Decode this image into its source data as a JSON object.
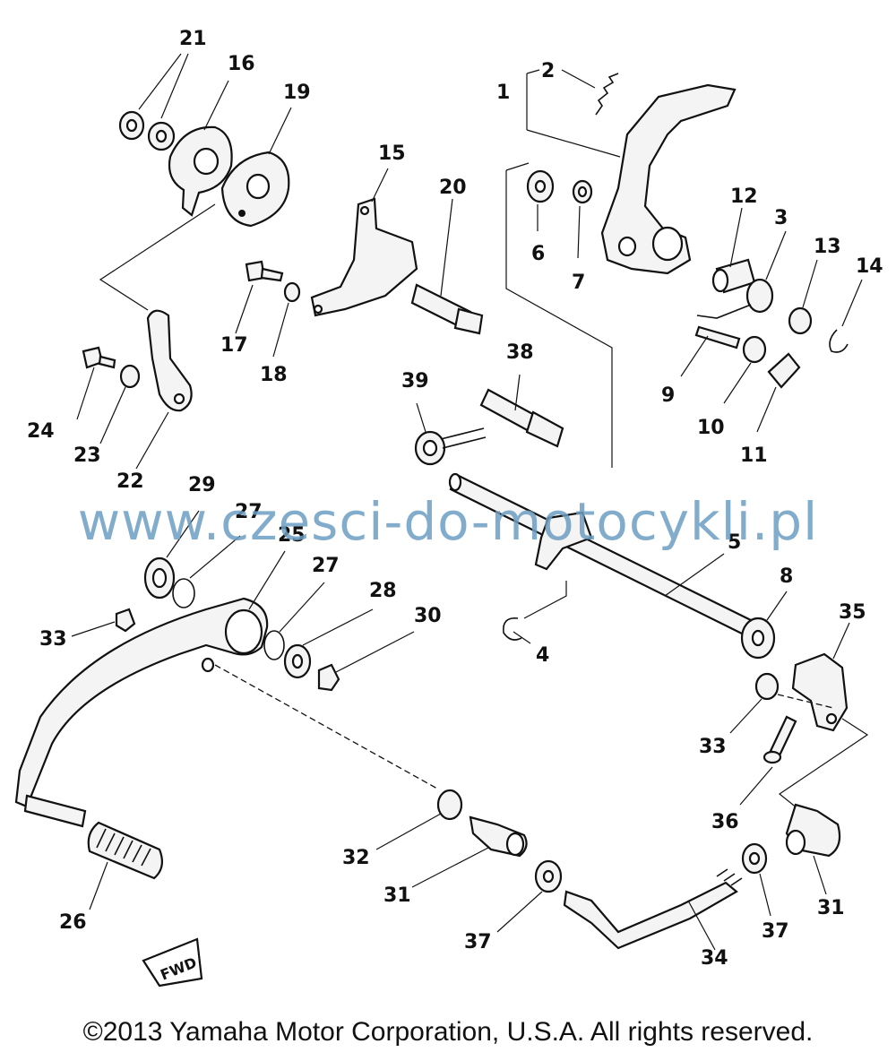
{
  "diagram": {
    "callouts": [
      "21",
      "16",
      "19",
      "15",
      "20",
      "2",
      "1",
      "12",
      "3",
      "13",
      "14",
      "6",
      "7",
      "17",
      "18",
      "38",
      "39",
      "9",
      "10",
      "11",
      "24",
      "23",
      "22",
      "29",
      "27",
      "25",
      "27",
      "28",
      "30",
      "5",
      "8",
      "35",
      "33",
      "4",
      "33",
      "36",
      "32",
      "31",
      "31",
      "37",
      "37",
      "26",
      "34"
    ],
    "fwd_label": "FWD",
    "watermark": "www.czesci-do-motocykli.pl",
    "copyright": "©2013 Yamaha Motor Corporation, U.S.A. All rights reserved."
  }
}
